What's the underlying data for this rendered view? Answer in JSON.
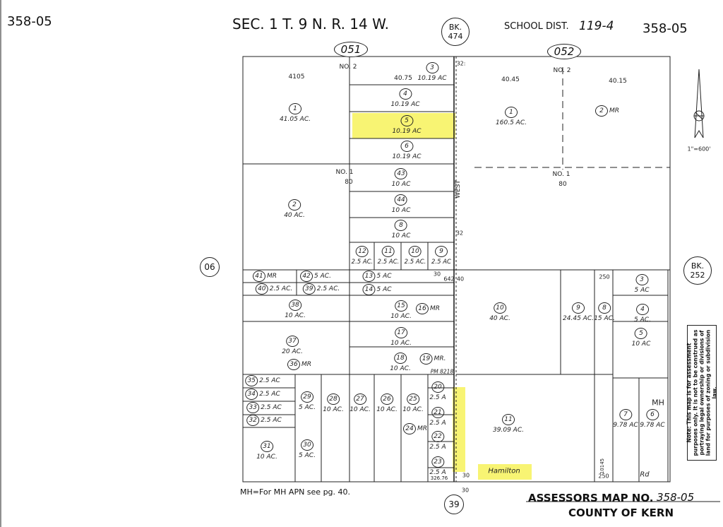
{
  "header": {
    "page_left": "358-05",
    "page_right": "358-05",
    "section_line": "SEC. 1  T. 9  N. R. 14  W.",
    "book_label": "BK.",
    "book_number": "474",
    "school_label": "SCHOOL  DIST.",
    "school_value": "119-4"
  },
  "sheets": {
    "left": "051",
    "right": "052",
    "bottom": "39",
    "west": "06",
    "east_book_label": "BK.",
    "east_book_number": "252"
  },
  "north_arrow": {
    "scale": "1\"=600'"
  },
  "highlight_color": "#f7f25a",
  "road_name": "Hamilton",
  "road_suffix": "Rd",
  "top_numbers": {
    "nw_lot": "4105",
    "no2_left": "NO. 2",
    "v4075": "40.75",
    "v4045": "40.45",
    "no2_right": "NO. 2",
    "v4015": "40.15",
    "no1_left": "NO. 1",
    "v80_left": "80",
    "no1_right": "NO. 1",
    "v80_right": "80",
    "v32_top": "32:",
    "v32_mid": "32",
    "v30": "30",
    "v642": "642",
    "v40": "40",
    "v250_a": "250",
    "v250_b": "250",
    "pm": "PM 8218",
    "west_side": "WEST",
    "v30_bottom": "30",
    "v30_bottom2": "30",
    "v10145": "10145",
    "v3267": "326.76"
  },
  "parcels": {
    "p1": {
      "num": "1",
      "area": "41.05 AC."
    },
    "p2": {
      "num": "2",
      "area": "40 AC."
    },
    "p3": {
      "num": "3",
      "area": "10.19 AC"
    },
    "p4": {
      "num": "4",
      "area": "10.19 AC"
    },
    "p5": {
      "num": "5",
      "area": "10.19 AC"
    },
    "p6": {
      "num": "6",
      "area": "10.19 AC"
    },
    "p43": {
      "num": "43",
      "area": "10 AC"
    },
    "p44": {
      "num": "44",
      "area": "10 AC"
    },
    "p8": {
      "num": "8",
      "area": "10 AC"
    },
    "p12": {
      "num": "12",
      "area": "2.5 AC."
    },
    "p11": {
      "num": "11",
      "area": "2.5 AC."
    },
    "p10": {
      "num": "10",
      "area": "2.5 AC."
    },
    "p9": {
      "num": "9",
      "area": "2.5 AC"
    },
    "p41": {
      "num": "41",
      "area": "MR"
    },
    "p42": {
      "num": "42",
      "area": "5 AC."
    },
    "p40": {
      "num": "40",
      "area": "2.5 AC."
    },
    "p39": {
      "num": "39",
      "area": "2.5 AC."
    },
    "p13": {
      "num": "13",
      "area": "5 AC"
    },
    "p14": {
      "num": "14",
      "area": "5 AC"
    },
    "p38": {
      "num": "38",
      "area": "10 AC."
    },
    "p15": {
      "num": "15",
      "area": "10 AC."
    },
    "p16": {
      "num": "16",
      "area": "MR"
    },
    "p17": {
      "num": "17",
      "area": "10 AC."
    },
    "p37": {
      "num": "37",
      "area": "20 AC."
    },
    "p36": {
      "num": "36",
      "area": "MR"
    },
    "p18": {
      "num": "18",
      "area": "10 AC."
    },
    "p19": {
      "num": "19",
      "area": "MR."
    },
    "p35": {
      "num": "35",
      "area": "2.5 AC"
    },
    "p34": {
      "num": "34",
      "area": "2.5 AC"
    },
    "p33": {
      "num": "33",
      "area": "2.5 AC"
    },
    "p32": {
      "num": "32",
      "area": "2.5 AC"
    },
    "p29": {
      "num": "29",
      "area": "5 AC."
    },
    "p28": {
      "num": "28",
      "area": "10 AC."
    },
    "p27": {
      "num": "27",
      "area": "10 AC."
    },
    "p26": {
      "num": "26",
      "area": "10 AC."
    },
    "p25": {
      "num": "25",
      "area": "10 AC."
    },
    "p24": {
      "num": "24",
      "area": "MR"
    },
    "p20": {
      "num": "20",
      "area": "2.5 A"
    },
    "p21": {
      "num": "21",
      "area": "2.5 A"
    },
    "p22": {
      "num": "22",
      "area": "2.5 A"
    },
    "p23": {
      "num": "23",
      "area": "2.5 A"
    },
    "p31": {
      "num": "31",
      "area": "10 AC."
    },
    "p30": {
      "num": "30",
      "area": "5 AC."
    },
    "e1": {
      "num": "1",
      "area": "160.5 AC."
    },
    "e2": {
      "num": "2",
      "area": "MR"
    },
    "e10": {
      "num": "10",
      "area": "40 AC."
    },
    "e9": {
      "num": "9",
      "area": "24.45 AC."
    },
    "e8": {
      "num": "8",
      "area": "15 AC."
    },
    "e3": {
      "num": "3",
      "area": "5 AC"
    },
    "e4": {
      "num": "4",
      "area": "5 AC."
    },
    "e5": {
      "num": "5",
      "area": "10 AC"
    },
    "e11": {
      "num": "11",
      "area": "39.09 AC."
    },
    "e7": {
      "num": "7",
      "area": "9.78 AC"
    },
    "e6": {
      "num": "6",
      "area": "9.78 AC"
    },
    "e_mh": "MH"
  },
  "footer": {
    "mh_note": "MH=For MH APN see pg. 40.",
    "map_no_label": "ASSESSORS MAP NO.",
    "map_no_value": "358-05",
    "county": "COUNTY OF KERN"
  },
  "side_note": "Note: This map is for assessment purposes only. It is not to be construed as portraying legal ownership or divisions of land for purposes of zoning or subdivision law."
}
